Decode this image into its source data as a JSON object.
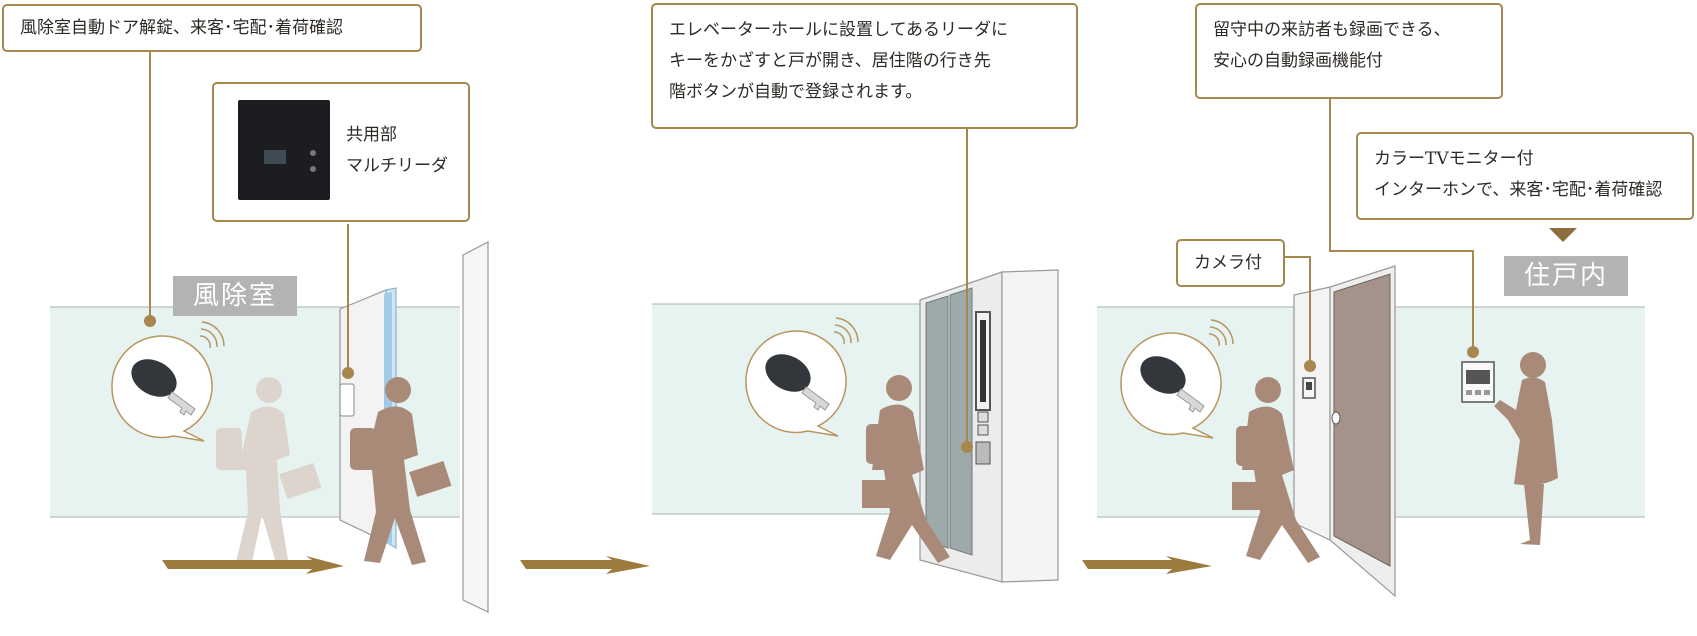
{
  "callouts": {
    "entrance": "風除室自動ドア解錠、来客･宅配･着荷確認",
    "reader": [
      "共用部",
      "マルチリーダ"
    ],
    "elevator": [
      "エレベーターホールに設置してあるリーダに",
      "キーをかざすと戸が開き、居住階の行き先",
      "階ボタンが自動で登録されます。"
    ],
    "recording": [
      "留守中の来訪者も録画できる、",
      "安心の自動録画機能付"
    ],
    "monitor": [
      "カラーTVモニター付",
      "インターホンで、来客･宅配･着荷確認"
    ],
    "camera": "カメラ付"
  },
  "labels": {
    "vestibule": "風除室",
    "residence": "住戸内"
  },
  "colors": {
    "accent": "#a8874f",
    "wall": "#e6f3f1",
    "person": "#a98a78",
    "person_faded": "#ddd4ce",
    "arrow": "#9c7b3c",
    "room_label_bg": "#b3b3b3"
  },
  "icons": [
    "key-fob-icon",
    "wireless-signal-icon",
    "multi-reader-icon",
    "intercom-monitor-icon",
    "camera-icon",
    "walk-arrow-icon"
  ]
}
